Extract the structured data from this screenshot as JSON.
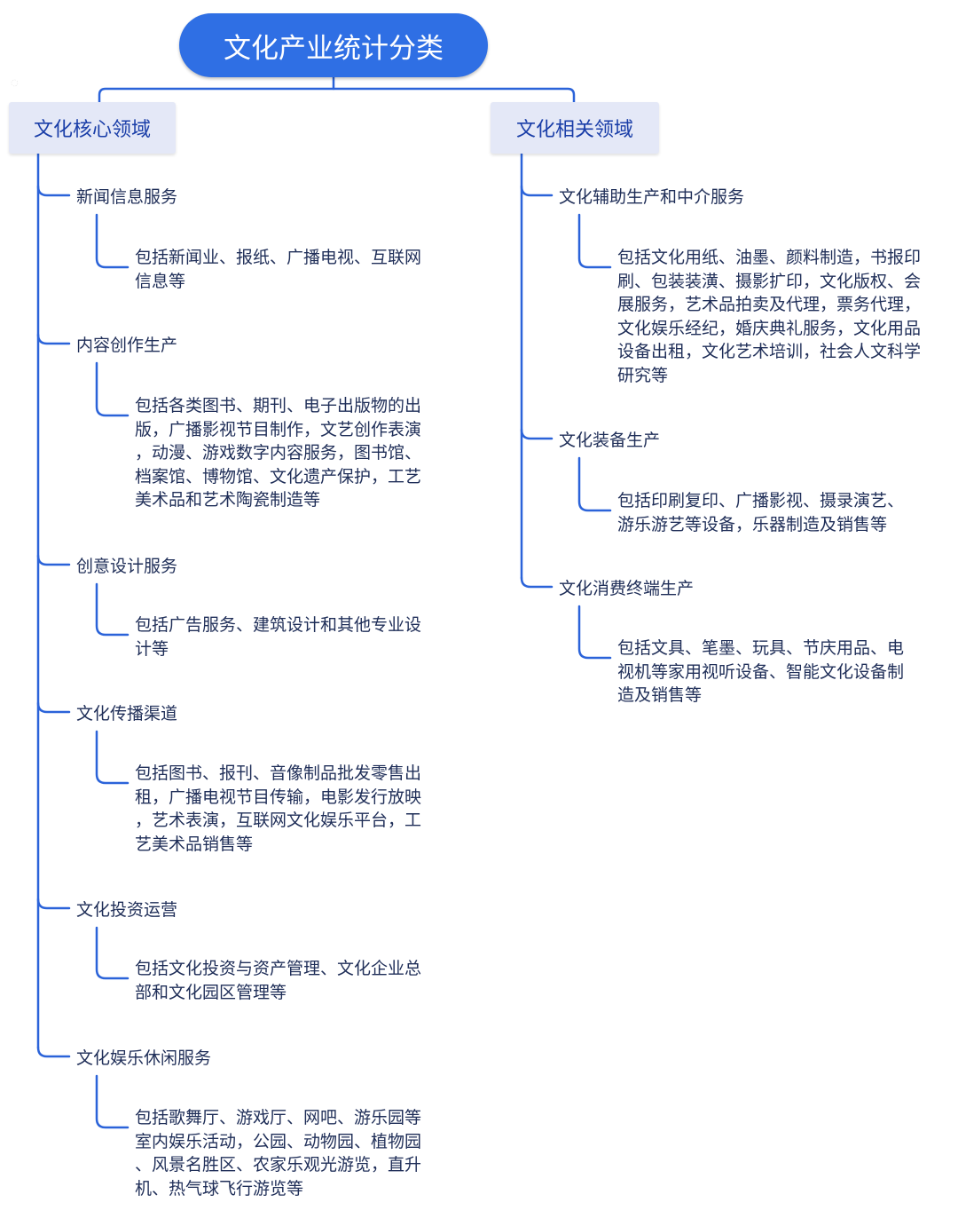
{
  "title": "文化产业统计分类",
  "core": {
    "label": "文化核心领域",
    "items": [
      {
        "name": "新闻信息服务",
        "desc": [
          "包括新闻业、报纸、广播电视、互联网",
          "信息等"
        ]
      },
      {
        "name": "内容创作生产",
        "desc": [
          "包括各类图书、期刊、电子出版物的出",
          "版，广播影视节目制作，文艺创作表演",
          "，动漫、游戏数字内容服务，图书馆、",
          "档案馆、博物馆、文化遗产保护，工艺",
          "美术品和艺术陶瓷制造等"
        ]
      },
      {
        "name": "创意设计服务",
        "desc": [
          "包括广告服务、建筑设计和其他专业设",
          "计等"
        ]
      },
      {
        "name": "文化传播渠道",
        "desc": [
          "包括图书、报刊、音像制品批发零售出",
          "租，广播电视节目传输，电影发行放映",
          "，艺术表演，互联网文化娱乐平台，工",
          "艺美术品销售等"
        ]
      },
      {
        "name": "文化投资运营",
        "desc": [
          "包括文化投资与资产管理、文化企业总",
          "部和文化园区管理等"
        ]
      },
      {
        "name": "文化娱乐休闲服务",
        "desc": [
          "包括歌舞厅、游戏厅、网吧、游乐园等",
          "室内娱乐活动，公园、动物园、植物园",
          "、风景名胜区、农家乐观光游览，直升",
          "机、热气球飞行游览等"
        ]
      }
    ]
  },
  "related": {
    "label": "文化相关领域",
    "items": [
      {
        "name": "文化辅助生产和中介服务",
        "desc": [
          "包括文化用纸、油墨、颜料制造，书报印",
          "刷、包装装潢、摄影扩印，文化版权、会",
          "展服务，艺术品拍卖及代理，票务代理，",
          "文化娱乐经纪，婚庆典礼服务，文化用品",
          "设备出租，文化艺术培训，社会人文科学",
          "研究等"
        ]
      },
      {
        "name": "文化装备生产",
        "desc": [
          "包括印刷复印、广播影视、摄录演艺、",
          "游乐游艺等设备，乐器制造及销售等"
        ]
      },
      {
        "name": "文化消费终端生产",
        "desc": [
          "包括文具、笔墨、玩具、节庆用品、电",
          "视机等家用视听设备、智能文化设备制",
          "造及销售等"
        ]
      }
    ]
  },
  "colors": {
    "line": "#2b63d9",
    "root": "#2f6fe4",
    "domain_bg": "#e4e8f7"
  }
}
